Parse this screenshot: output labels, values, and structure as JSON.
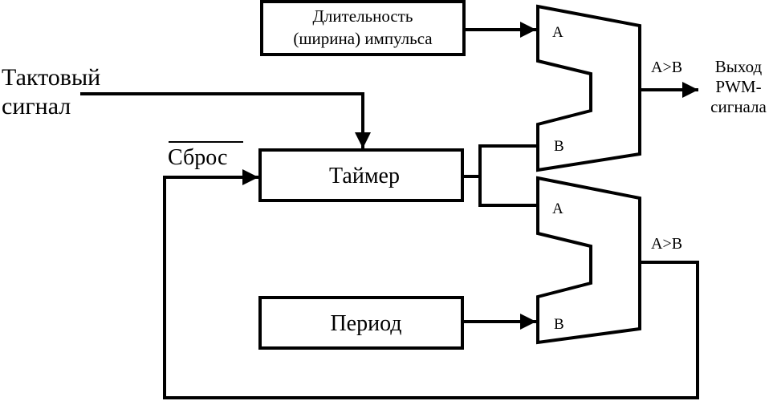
{
  "blocks": {
    "pulse_width": {
      "line1": "Длительность",
      "line2": "(ширина) импульса"
    },
    "timer": "Таймер",
    "period": "Период"
  },
  "inputs": {
    "clock": {
      "line1": "Тактовый",
      "line2": "сигнал"
    },
    "reset": "Сброс"
  },
  "comparators": {
    "top": {
      "in_a": "A",
      "in_b": "B",
      "out": "A>B"
    },
    "bottom": {
      "in_a": "A",
      "in_b": "B",
      "out": "A>B"
    }
  },
  "output": {
    "line1": "Выход",
    "line2": "PWM-",
    "line3": "сигнала"
  }
}
